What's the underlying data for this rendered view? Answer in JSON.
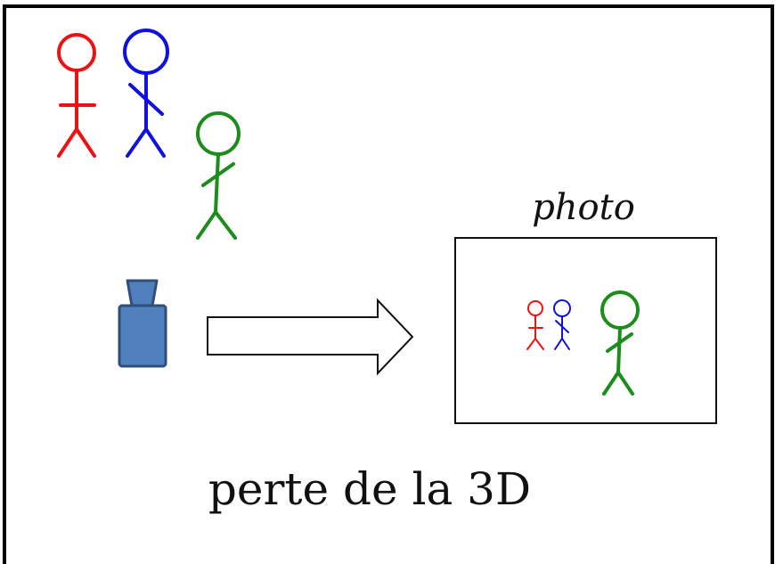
{
  "diagram": {
    "photo_label": "photo",
    "caption": "perte de la 3D",
    "colors": {
      "red_person": "#ee1111",
      "blue_person": "#1111dd",
      "green_person": "#1c8c1c",
      "camera_fill": "#4f80bd",
      "camera_stroke": "#2f4f7a",
      "border": "#000000"
    },
    "figures_scene": [
      "red-stick-figure",
      "blue-stick-figure",
      "green-stick-figure"
    ],
    "figures_photo": [
      "red-stick-figure-small",
      "blue-stick-figure-small",
      "green-stick-figure-photo"
    ]
  }
}
